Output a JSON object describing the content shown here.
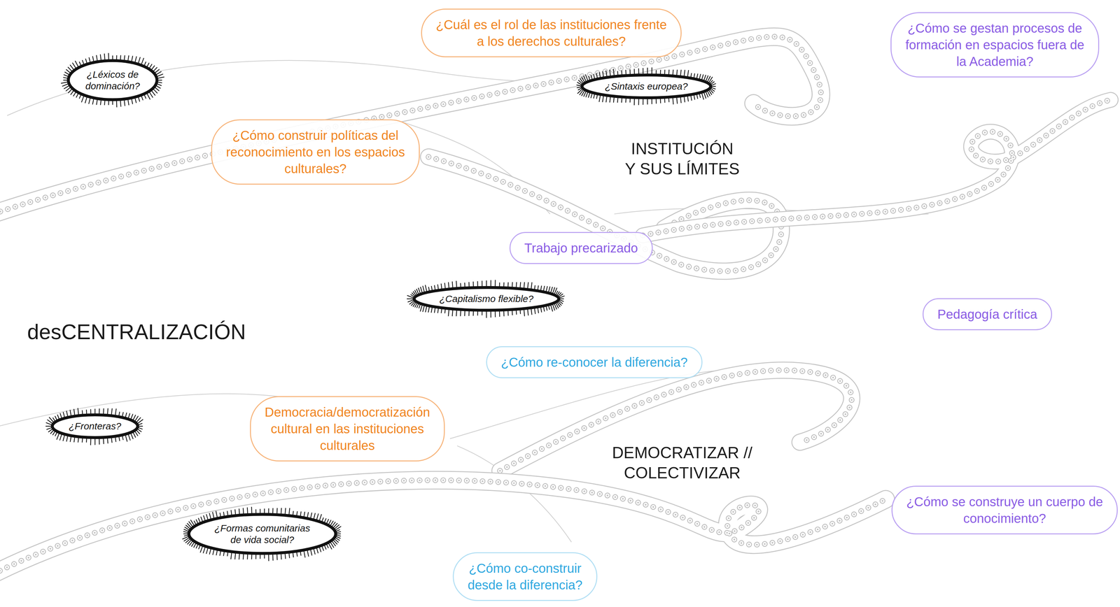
{
  "diagram": {
    "nodes": [
      {
        "text": [
          "¿Cuál es el rol de las instituciones frente a los derechos culturales?"
        ]
      },
      {
        "text": [
          "¿Cómo se gestan procesos de formación en espacios fuera de la Academia?"
        ]
      },
      {
        "text": [
          "¿Léxicos de dominación?"
        ]
      },
      {
        "text": [
          "¿Sintaxis europea?"
        ]
      },
      {
        "text": [
          "¿Cómo construir políticas del reconocimiento en los espacios culturales?"
        ]
      },
      {
        "text": [
          "Trabajo precarizado"
        ]
      },
      {
        "text": [
          "¿Capitalismo flexible?"
        ]
      },
      {
        "text": [
          "Pedagogía crítica"
        ]
      },
      {
        "text": [
          "¿Cómo re-conocer la diferencia?"
        ]
      },
      {
        "text": [
          "Democracia/democratización cultural en las instituciones culturales"
        ]
      },
      {
        "text": [
          "¿Fronteras?"
        ]
      },
      {
        "text": [
          "¿Cómo se construye un cuerpo de conocimiento?"
        ]
      },
      {
        "text": [
          "¿Formas comunitarias de vida social?"
        ]
      },
      {
        "text": [
          "¿Cómo co-construir desde la diferencia?"
        ]
      }
    ],
    "labels": [
      "INSTITUCIÓN Y SUS LÍMITES",
      "desCENTRALIZACIÓN",
      "DEMOCRATIZAR // COLECTIVIZAR"
    ]
  }
}
